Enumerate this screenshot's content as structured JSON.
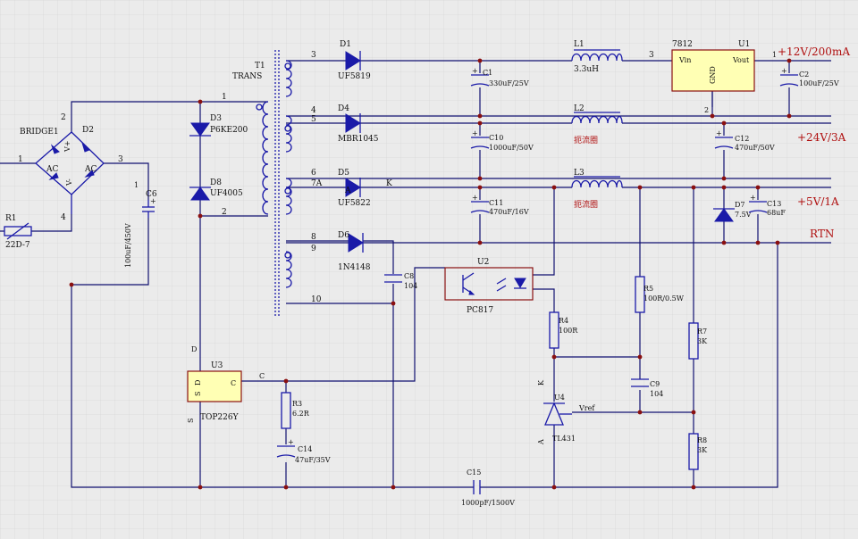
{
  "labels": {
    "bridge_ref": "BRIDGE1",
    "bridge_pin1": "1",
    "bridge_pin2": "2",
    "bridge_pin3": "3",
    "bridge_pin4": "4",
    "bridge_ac1": "AC",
    "bridge_ac2": "AC",
    "bridge_vplus": "V+",
    "bridge_vminus": "V-",
    "d2_ref": "D2",
    "r1_ref": "R1",
    "r1_val": "22D-7",
    "c6_ref": "C6",
    "c6_val": "100uF/450V",
    "c6_pin": "1",
    "t1_ref": "T1",
    "t1_val": "TRANS",
    "t1_pin1": "1",
    "t1_pin2": "2",
    "t1_pin3": "3",
    "t1_pin4": "4",
    "t1_pin5": "5",
    "t1_pin6": "6",
    "t1_pin7a": "7A",
    "t1_pin8": "8",
    "t1_pin9": "9",
    "t1_pin10": "10",
    "d3_ref": "D3",
    "d3_val": "P6KE200",
    "d8_ref": "D8",
    "d8_val": "UF4005",
    "d1_ref": "D1",
    "d1_val": "UF5819",
    "d4_ref": "D4",
    "d4_val": "MBR1045",
    "d5_ref": "D5",
    "d5_val": "UF5822",
    "d5_a": "A",
    "d5_k": "K",
    "d6_ref": "D6",
    "d6_val": "1N4148",
    "c1_ref": "C1",
    "c1_val": "330uF/25V",
    "c10_ref": "C10",
    "c10_val": "1000uF/50V",
    "c11_ref": "C11",
    "c11_val": "470uF/16V",
    "l1_ref": "L1",
    "l1_val": "3.3uH",
    "l1_pin": "3",
    "l2_ref": "L2",
    "l2_val": "扼流圈",
    "l3_ref": "L3",
    "l3_val": "扼流圈",
    "u1_part": "7812",
    "u1_ref": "U1",
    "u1_vin": "Vin",
    "u1_vout": "Vout",
    "u1_gnd": "GND",
    "u1_pin1": "1",
    "u1_pin2": "2",
    "c2_ref": "C2",
    "c2_val": "100uF/25V",
    "c12_ref": "C12",
    "c12_val": "470uF/50V",
    "d7_ref": "D7",
    "d7_val": "7.5V",
    "c13_ref": "C13",
    "c13_val": "68uF",
    "out12": "+12V/200mA",
    "out24": "+24V/3A",
    "out5": "+5V/1A",
    "rtn": "RTN",
    "c8_ref": "C8",
    "c8_val": "104",
    "u2_ref": "U2",
    "u2_val": "PC817",
    "u3_ref": "U3",
    "u3_val": "TOP226Y",
    "u3_s": "S",
    "u3_d": "D",
    "u3_c": "C",
    "u3_dpin": "D",
    "u3_spin": "S",
    "u3_cpin": "C",
    "r3_ref": "R3",
    "r3_val": "6.2R",
    "c14_ref": "C14",
    "c14_val": "47uF/35V",
    "r4_ref": "R4",
    "r4_val": "100R",
    "r5_ref": "R5",
    "r5_val": "100R/0.5W",
    "c9_ref": "C9",
    "c9_val": "104",
    "r7_ref": "R7",
    "r7_val": "3K",
    "r8_ref": "R8",
    "r8_val": "3K",
    "u4_ref": "U4",
    "u4_val": "TL431",
    "u4_k": "K",
    "u4_a": "A",
    "vref": "Vref",
    "c15_ref": "C15",
    "c15_val": "1000pF/1500V",
    "plus": "+"
  }
}
